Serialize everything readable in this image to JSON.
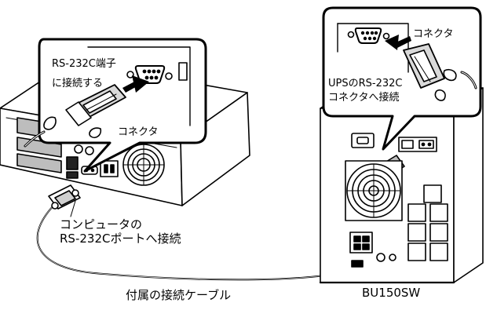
{
  "labels": {
    "rs232c_terminal_line1": "RS-232C端子",
    "rs232c_terminal_line2": "に接続する",
    "pc_connector": "コネクタ",
    "ups_connector": "コネクタ",
    "ups_port_line1": "UPSのRS-232C",
    "ups_port_line2": "コネクタへ接続",
    "computer_port_line1": "コンピュータの",
    "computer_port_line2": "RS-232Cポートへ接続",
    "cable": "付属の接続ケーブル",
    "model": "BU150SW"
  }
}
